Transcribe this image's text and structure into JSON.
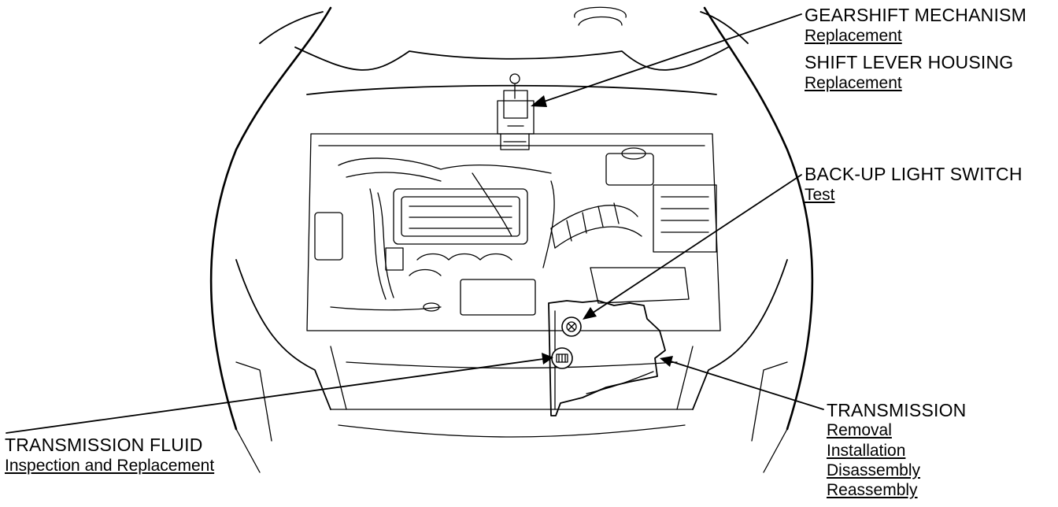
{
  "callouts": {
    "gearshift": {
      "heading": "GEARSHIFT MECHANISM",
      "procedures": [
        "Replacement"
      ]
    },
    "shift_lever": {
      "heading": "SHIFT LEVER HOUSING",
      "procedures": [
        "Replacement"
      ]
    },
    "backup_light": {
      "heading": "BACK-UP LIGHT SWITCH",
      "procedures": [
        "Test"
      ]
    },
    "transmission": {
      "heading": "TRANSMISSION",
      "procedures": [
        "Removal",
        "Installation",
        "Disassembly",
        "Reassembly"
      ]
    },
    "fluid": {
      "heading": "TRANSMISSION FLUID",
      "procedures": [
        "Inspection and Replacement"
      ]
    }
  }
}
